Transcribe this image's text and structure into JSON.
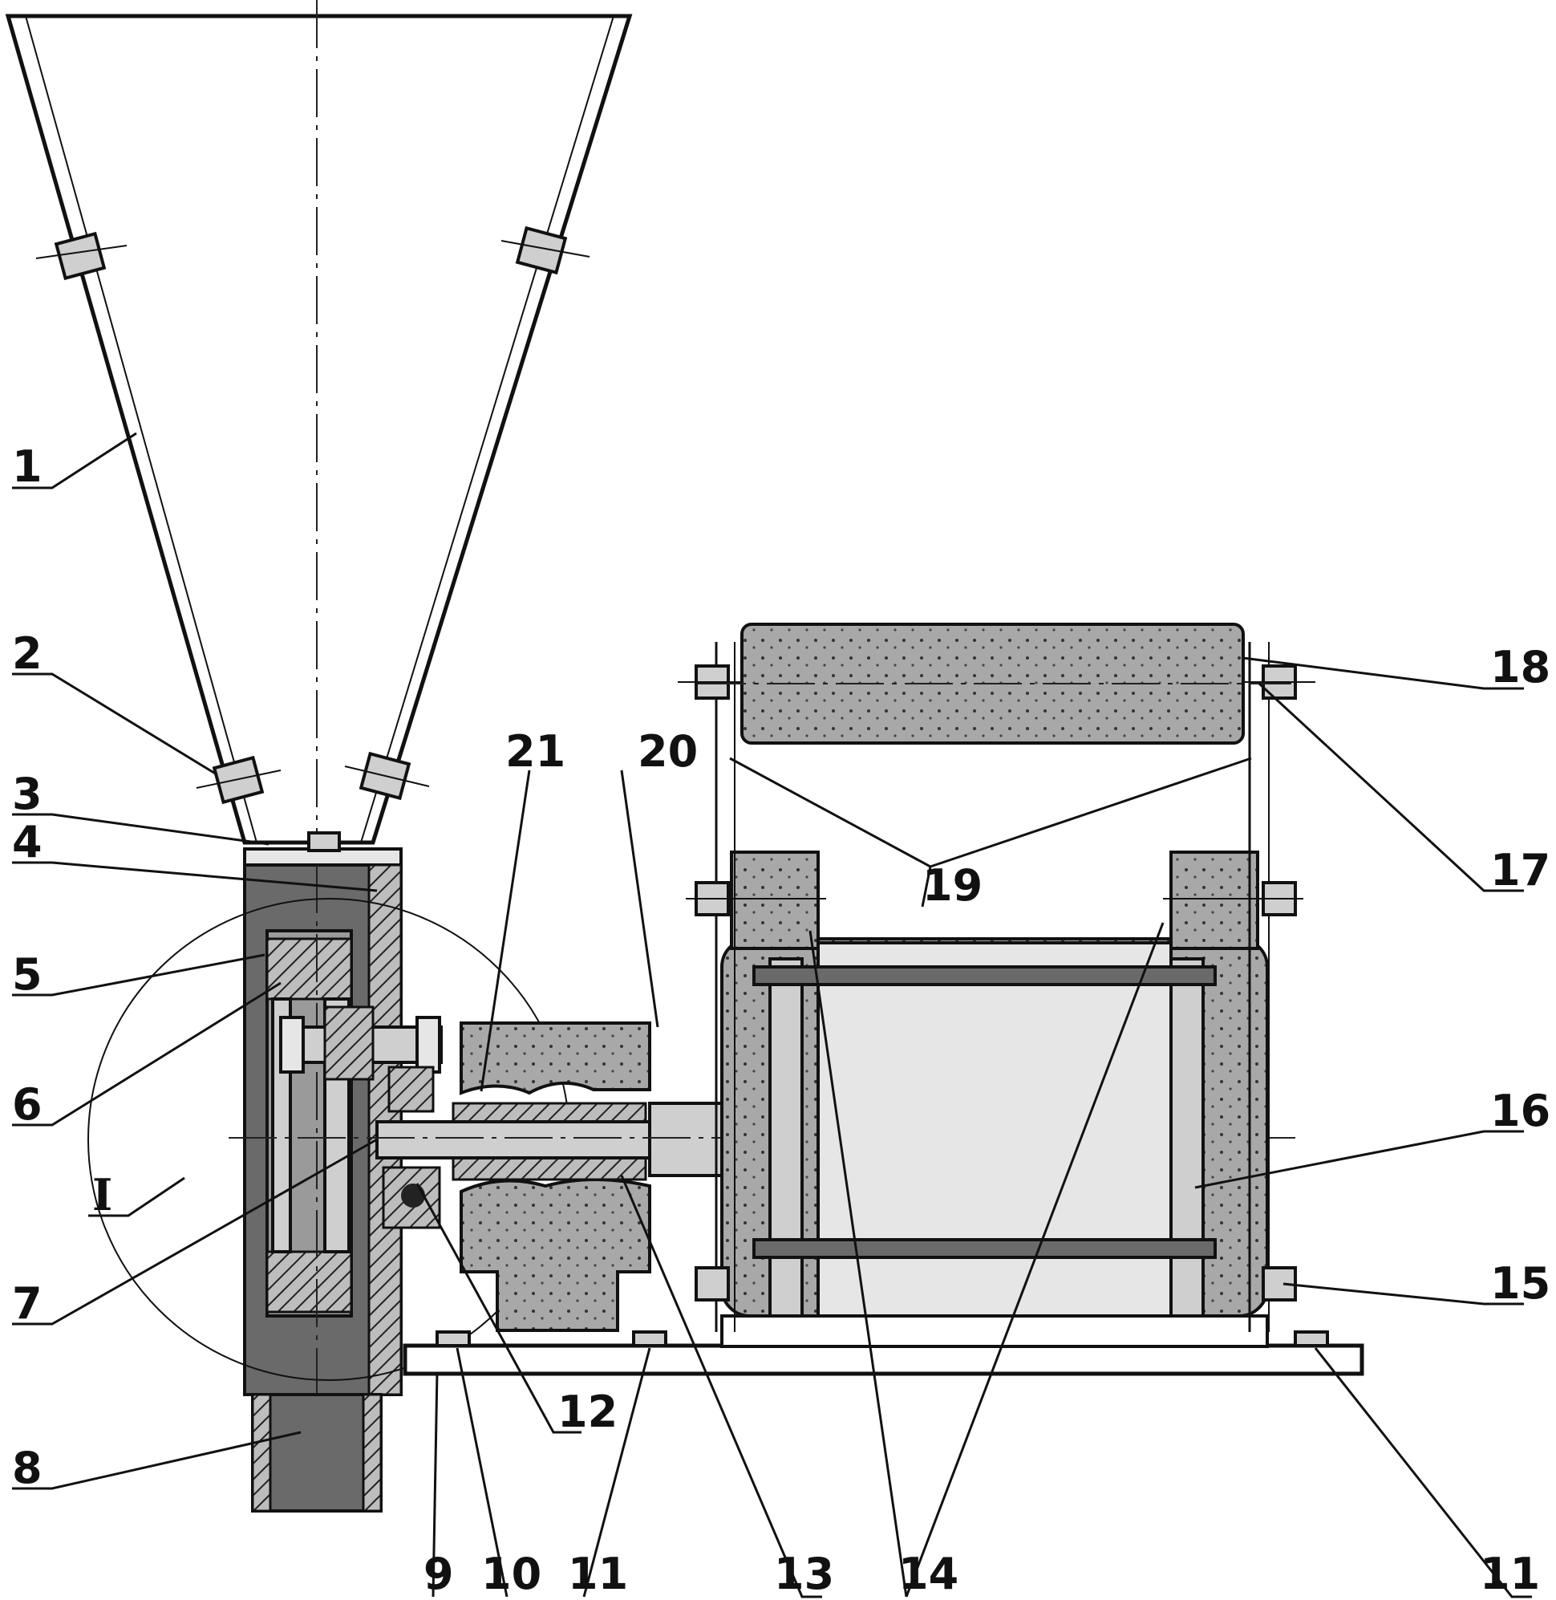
{
  "callouts": [
    {
      "id": "l1",
      "text": "1"
    },
    {
      "id": "l2",
      "text": "2"
    },
    {
      "id": "l3",
      "text": "3"
    },
    {
      "id": "l4",
      "text": "4"
    },
    {
      "id": "l5",
      "text": "5"
    },
    {
      "id": "l6",
      "text": "6"
    },
    {
      "id": "lI",
      "text": "I"
    },
    {
      "id": "l7",
      "text": "7"
    },
    {
      "id": "l8",
      "text": "8"
    },
    {
      "id": "l9",
      "text": "9"
    },
    {
      "id": "l10",
      "text": "10"
    },
    {
      "id": "l11a",
      "text": "11"
    },
    {
      "id": "l12",
      "text": "12"
    },
    {
      "id": "l13",
      "text": "13"
    },
    {
      "id": "l14",
      "text": "14"
    },
    {
      "id": "l11b",
      "text": "11"
    },
    {
      "id": "l15",
      "text": "15"
    },
    {
      "id": "l16",
      "text": "16"
    },
    {
      "id": "l17",
      "text": "17"
    },
    {
      "id": "l18",
      "text": "18"
    },
    {
      "id": "l19",
      "text": "19"
    },
    {
      "id": "l20",
      "text": "20"
    },
    {
      "id": "l21",
      "text": "21"
    }
  ]
}
